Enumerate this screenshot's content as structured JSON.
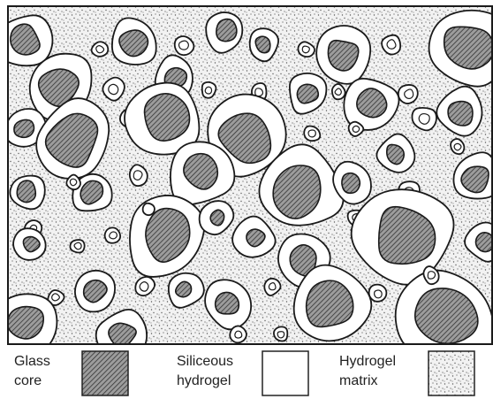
{
  "figure": {
    "legend": [
      {
        "key": "glass_core",
        "line1": "Glass",
        "line2": "core",
        "pattern": "hatch"
      },
      {
        "key": "siliceous_hydrogel",
        "line1": "Siliceous",
        "line2": "hydrogel",
        "pattern": "plain"
      },
      {
        "key": "hydrogel_matrix",
        "line1": "Hydrogel",
        "line2": "matrix",
        "pattern": "stipple"
      }
    ],
    "colors": {
      "outline": "#1a1a1a",
      "hatch": "#333333",
      "matrix_bg": "#f2f2f2",
      "matrix_dot": "#5a5a5a",
      "gel": "#ffffff"
    }
  }
}
